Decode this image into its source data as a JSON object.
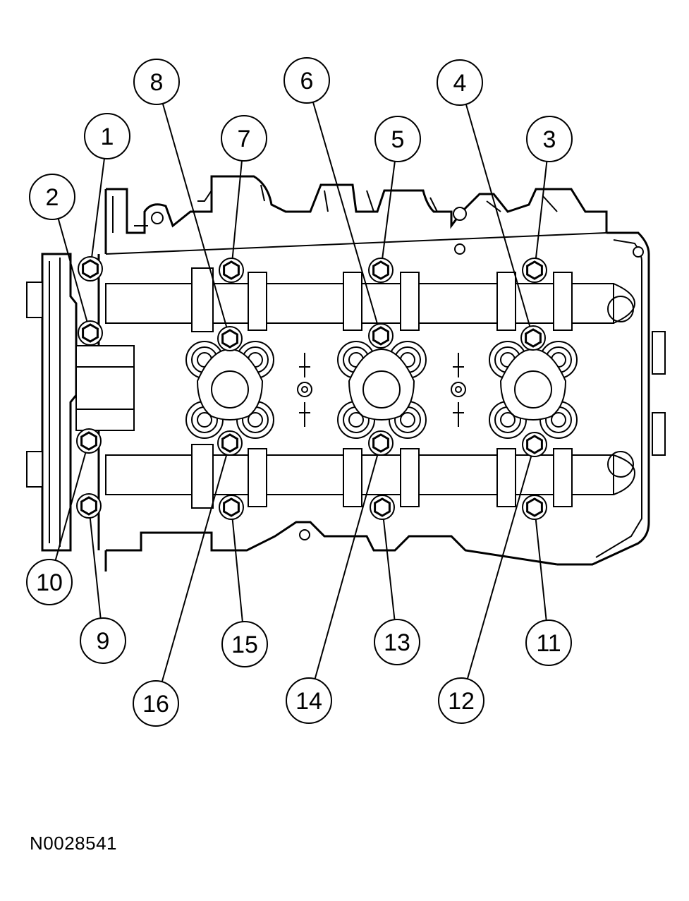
{
  "figure_id": "N0028541",
  "callouts": [
    {
      "label": "1"
    },
    {
      "label": "2"
    },
    {
      "label": "3"
    },
    {
      "label": "4"
    },
    {
      "label": "5"
    },
    {
      "label": "6"
    },
    {
      "label": "7"
    },
    {
      "label": "8"
    },
    {
      "label": "9"
    },
    {
      "label": "10"
    },
    {
      "label": "11"
    },
    {
      "label": "12"
    },
    {
      "label": "13"
    },
    {
      "label": "14"
    },
    {
      "label": "15"
    },
    {
      "label": "16"
    }
  ]
}
